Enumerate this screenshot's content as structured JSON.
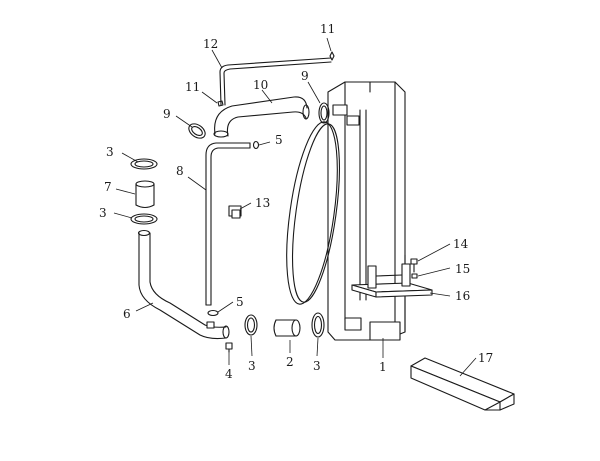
{
  "callouts": {
    "c1": "1",
    "c2": "2",
    "c3a": "3",
    "c3b": "3",
    "c3c": "3",
    "c3d": "3",
    "c4": "4",
    "c5a": "5",
    "c5b": "5",
    "c6": "6",
    "c7": "7",
    "c8": "8",
    "c9a": "9",
    "c9b": "9",
    "c10": "10",
    "c11a": "11",
    "c11b": "11",
    "c12": "12",
    "c13": "13",
    "c14": "14",
    "c15": "15",
    "c16": "16",
    "c17": "17"
  },
  "colors": {
    "line": "#1a1a1a",
    "background": "#ffffff"
  }
}
